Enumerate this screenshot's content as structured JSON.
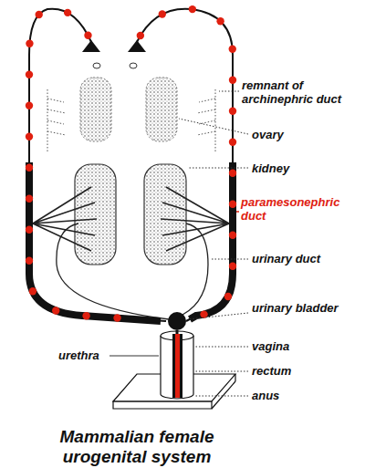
{
  "diagram": {
    "title": "Mammalian female urogenital system",
    "labels": [
      "remnant of archinephric duct",
      "ovary",
      "kidney",
      "paramesonephric duct",
      "urinary duct",
      "urinary bladder",
      "urethra",
      "vagina",
      "rectum",
      "anus"
    ]
  }
}
